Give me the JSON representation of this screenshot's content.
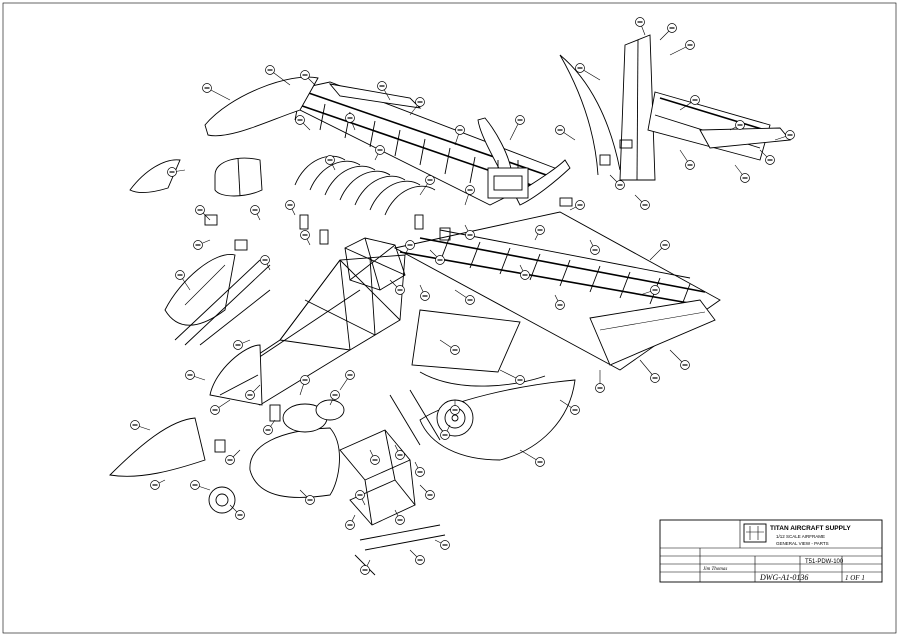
{
  "drawing": {
    "kind": "exploded assembly drawing",
    "line_color": "#000000",
    "background": "#ffffff"
  },
  "title_block": {
    "company": "TITAN AIRCRAFT SUPPLY",
    "title_line_1": "1/12 SCALE AIRFRAME",
    "title_line_2": "GENERAL VIEW - PARTS",
    "part_number": "T51-PDW-100",
    "drawing_number": "DWG-A1-0136",
    "sheet": "1 OF 1",
    "signature": "Jim Thomas"
  }
}
